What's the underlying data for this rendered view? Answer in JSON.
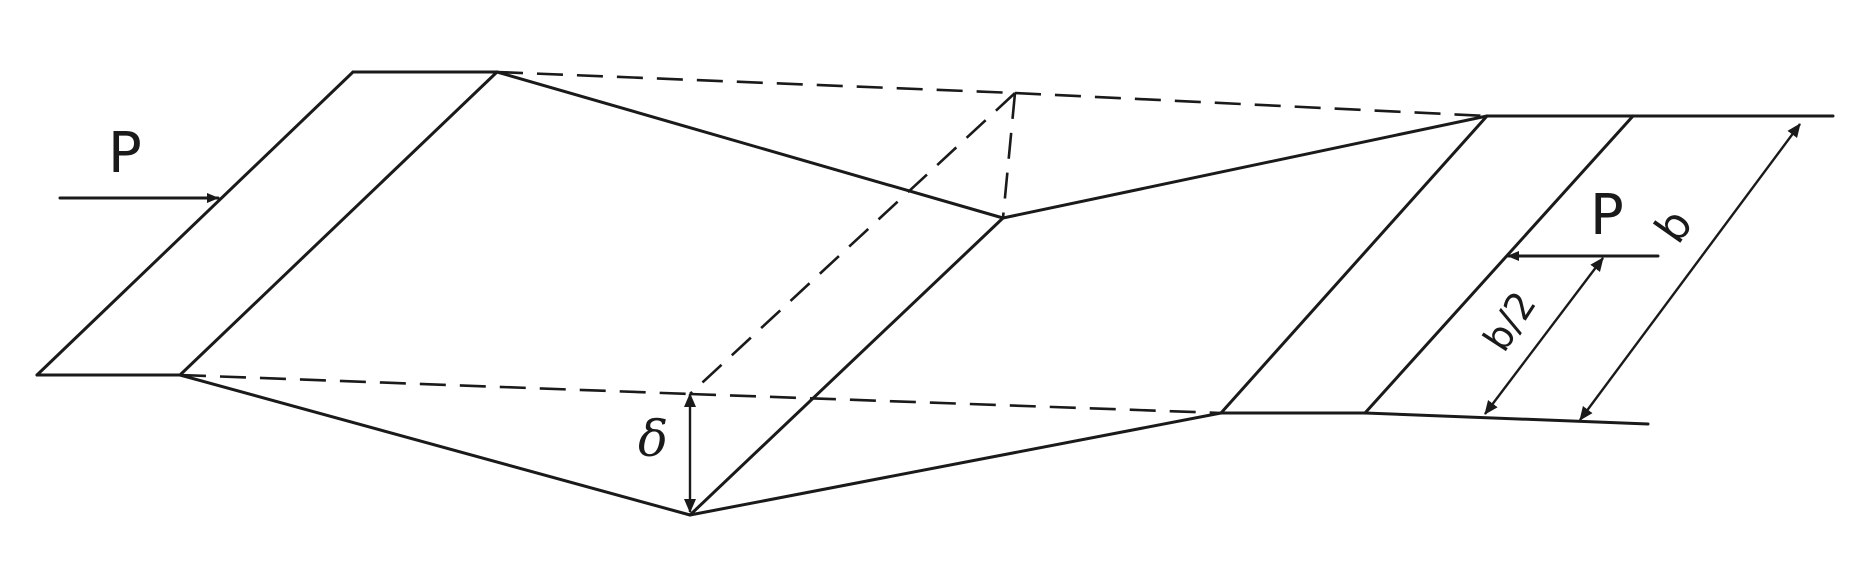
{
  "labels": {
    "load_left": "P",
    "load_right": "P",
    "width": "b",
    "half_width": "b/2",
    "deflection": "δ"
  }
}
